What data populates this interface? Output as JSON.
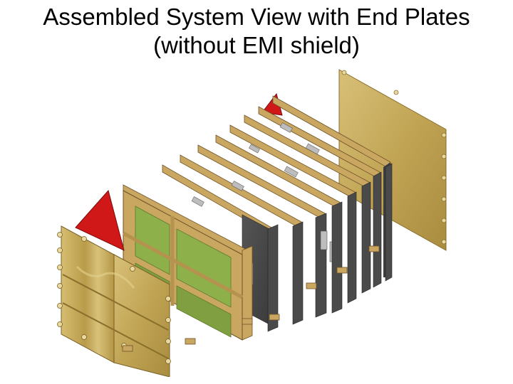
{
  "slide": {
    "title_line1": "Assembled System View with End Plates",
    "title_line2": "(without EMI shield)"
  },
  "figure": {
    "colors": {
      "end_plate": "#c8ad5c",
      "end_plate_dark": "#9f8640",
      "frame": "#caa760",
      "frame_edge": "#8a6a35",
      "board_panel": "#4a4a4a",
      "board_panel_dark": "#3a3a3a",
      "red_end_cap": "#d01818",
      "green_board": "#8db04a",
      "connector": "#b8b8b8"
    },
    "module_count": 9
  }
}
